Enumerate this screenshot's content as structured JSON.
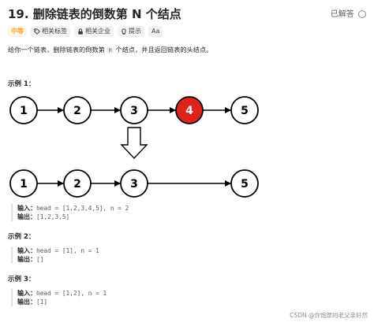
{
  "problem": {
    "title": "19. 删除链表的倒数第 N 个结点",
    "status": "已解答",
    "tags": {
      "difficulty": "中等",
      "related_tags": "相关标签",
      "related_companies": "相关企业",
      "hint": "提示",
      "font": "Aa"
    },
    "description": {
      "before": "给你一个链表，删除链表的倒数第 ",
      "code": "n",
      "after": " 个结点，并且返回链表的头结点。"
    }
  },
  "examples": [
    {
      "title": "示例 1：",
      "diagram": {
        "before_nodes": [
          "1",
          "2",
          "3",
          "4",
          "5"
        ],
        "removed_index": 3,
        "after_nodes": [
          "1",
          "2",
          "3",
          "5"
        ]
      },
      "input_label": "输入：",
      "input_value": "head = [1,2,3,4,5], n = 2",
      "output_label": "输出：",
      "output_value": "[1,2,3,5]"
    },
    {
      "title": "示例 2：",
      "input_label": "输入：",
      "input_value": "head = [1], n = 1",
      "output_label": "输出：",
      "output_value": "[]"
    },
    {
      "title": "示例 3：",
      "input_label": "输入：",
      "input_value": "head = [1,2], n = 1",
      "output_label": "输出：",
      "output_value": "[1]"
    }
  ],
  "colors": {
    "removed_node_fill": "#e0221b",
    "node_stroke": "#000000",
    "difficulty": "#f5a623"
  },
  "watermark": "CSDN @你饱厚的老父亲好然"
}
